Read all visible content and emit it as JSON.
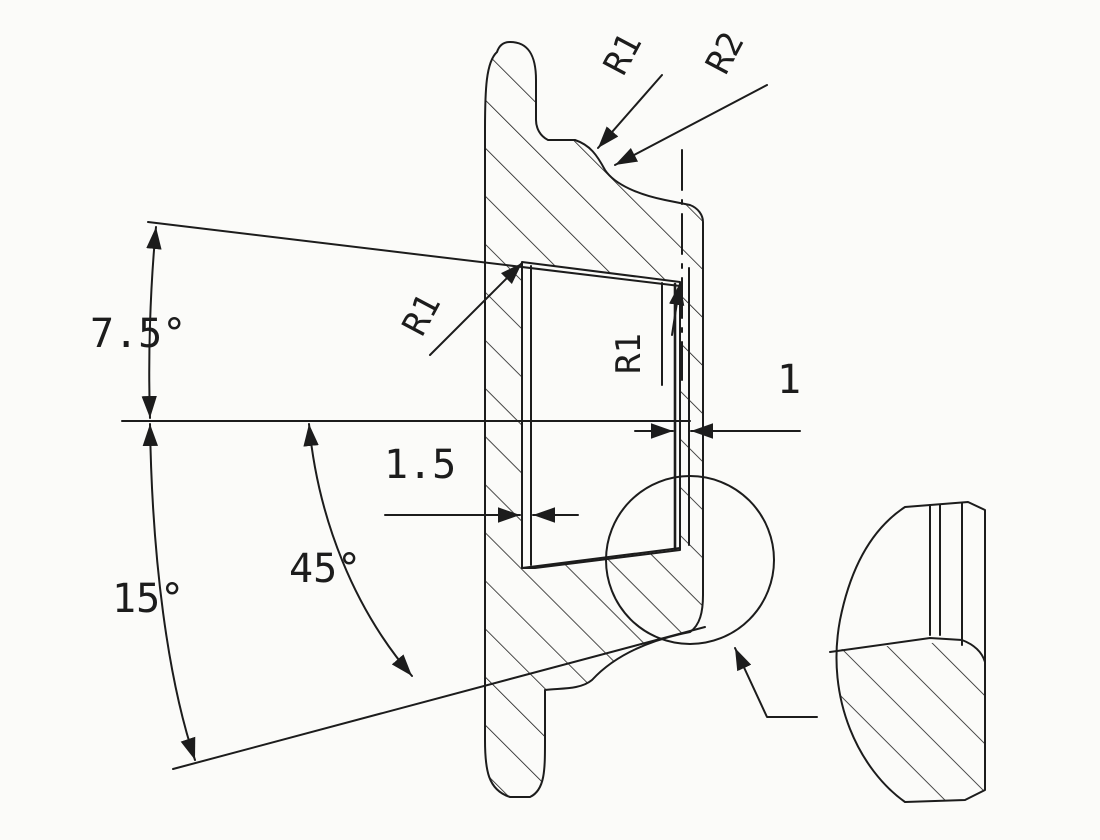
{
  "labels": {
    "radius_top_left": "R1",
    "radius_top_right": "R2",
    "radius_bore_edge": "R1",
    "radius_inner_step": "R1",
    "angle_upper": "7.5°",
    "angle_lower": "15°",
    "angle_mid": "45°",
    "dim_groove_width": "1.5",
    "dim_right_width": "1"
  },
  "colors": {
    "ink": "#1c1c1c",
    "paper": "#fbfbf9"
  }
}
